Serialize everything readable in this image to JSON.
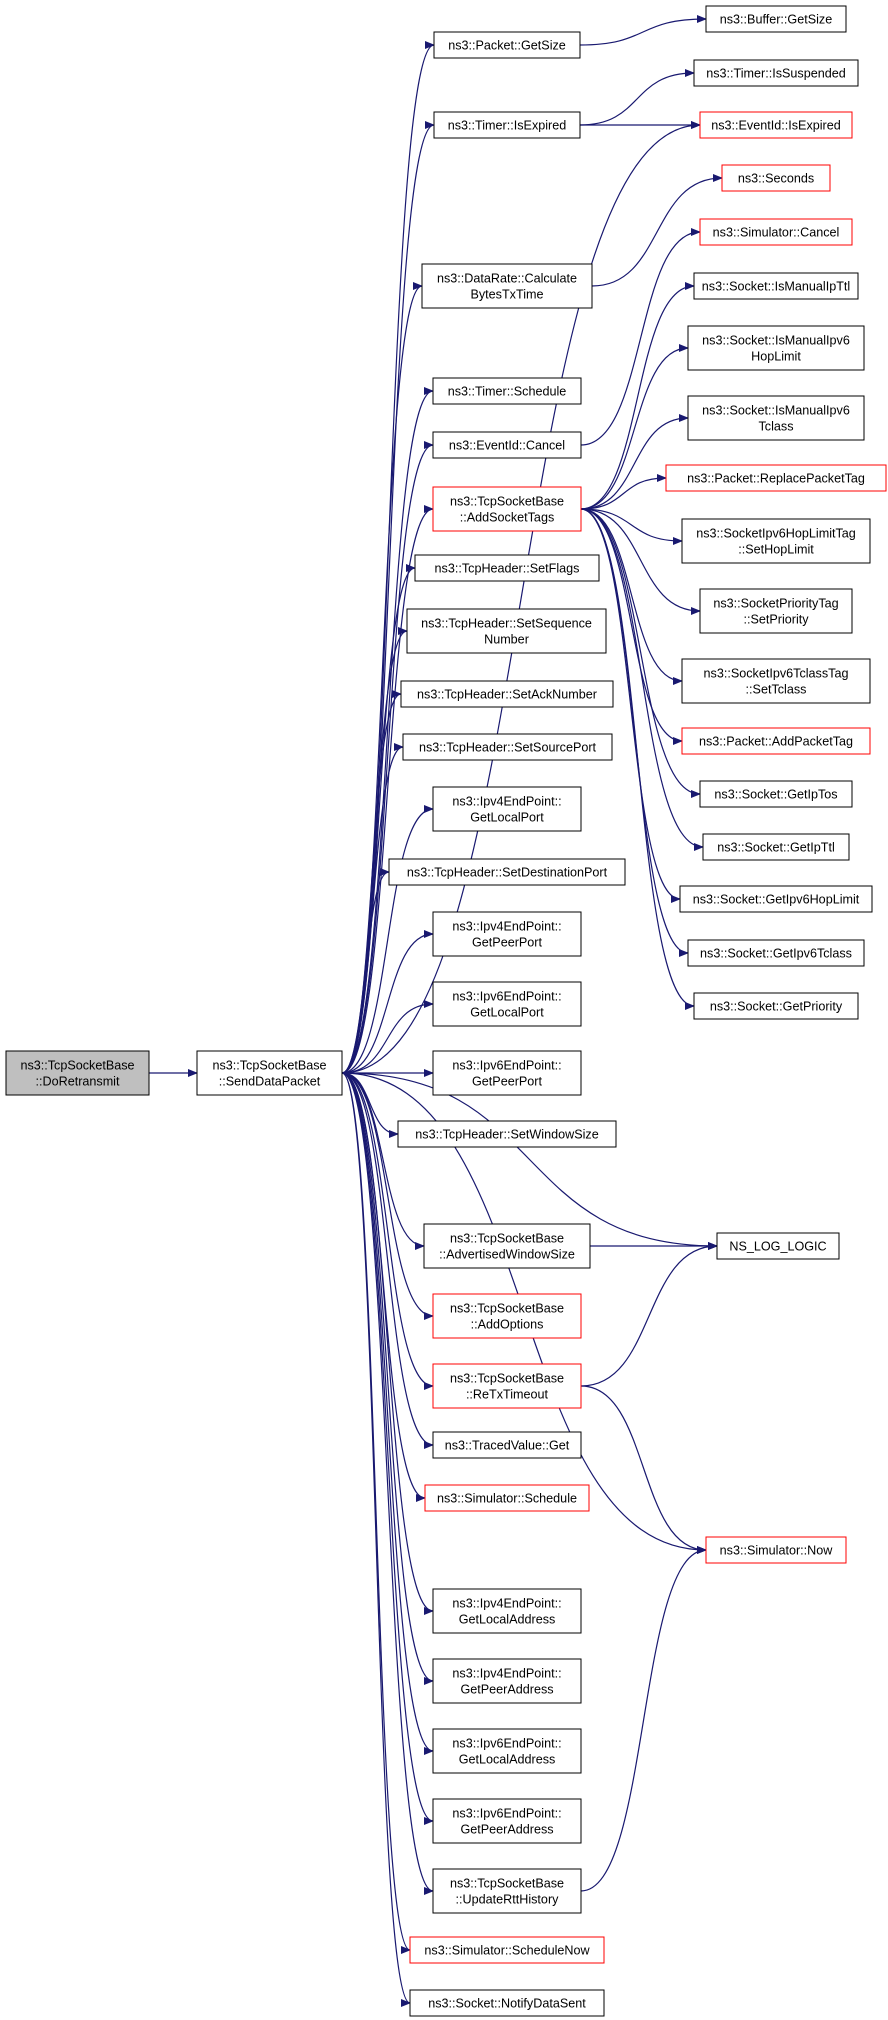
{
  "colors": {
    "edge": "#191970",
    "normal_border": "#000000",
    "truncated_border": "#ff0000",
    "root_fill": "#bfbfbf",
    "node_fill": "#ffffff"
  },
  "nodes": [
    {
      "id": "n-doretransmit",
      "lines": [
        "ns3::TcpSocketBase",
        "::DoRetransmit"
      ],
      "style": "root"
    },
    {
      "id": "n-senddatapacket",
      "lines": [
        "ns3::TcpSocketBase",
        "::SendDataPacket"
      ],
      "style": "normal"
    },
    {
      "id": "n-packet-getsize",
      "lines": [
        "ns3::Packet::GetSize"
      ],
      "style": "normal"
    },
    {
      "id": "n-timer-isexpired",
      "lines": [
        "ns3::Timer::IsExpired"
      ],
      "style": "normal"
    },
    {
      "id": "n-datarate-calc",
      "lines": [
        "ns3::DataRate::Calculate",
        "BytesTxTime"
      ],
      "style": "normal"
    },
    {
      "id": "n-timer-schedule",
      "lines": [
        "ns3::Timer::Schedule"
      ],
      "style": "normal"
    },
    {
      "id": "n-eventid-cancel",
      "lines": [
        "ns3::EventId::Cancel"
      ],
      "style": "normal"
    },
    {
      "id": "n-addsockettags",
      "lines": [
        "ns3::TcpSocketBase",
        "::AddSocketTags"
      ],
      "style": "truncated"
    },
    {
      "id": "n-setflags",
      "lines": [
        "ns3::TcpHeader::SetFlags"
      ],
      "style": "normal"
    },
    {
      "id": "n-setsequence",
      "lines": [
        "ns3::TcpHeader::SetSequence",
        "Number"
      ],
      "style": "normal"
    },
    {
      "id": "n-setacknumber",
      "lines": [
        "ns3::TcpHeader::SetAckNumber"
      ],
      "style": "normal"
    },
    {
      "id": "n-setsourceport",
      "lines": [
        "ns3::TcpHeader::SetSourcePort"
      ],
      "style": "normal"
    },
    {
      "id": "n-ipv4-getlocalport",
      "lines": [
        "ns3::Ipv4EndPoint::",
        "GetLocalPort"
      ],
      "style": "normal"
    },
    {
      "id": "n-setdestport",
      "lines": [
        "ns3::TcpHeader::SetDestinationPort"
      ],
      "style": "normal"
    },
    {
      "id": "n-ipv4-getpeerport",
      "lines": [
        "ns3::Ipv4EndPoint::",
        "GetPeerPort"
      ],
      "style": "normal"
    },
    {
      "id": "n-ipv6-getlocalport",
      "lines": [
        "ns3::Ipv6EndPoint::",
        "GetLocalPort"
      ],
      "style": "normal"
    },
    {
      "id": "n-ipv6-getpeerport",
      "lines": [
        "ns3::Ipv6EndPoint::",
        "GetPeerPort"
      ],
      "style": "normal"
    },
    {
      "id": "n-setwindowsize",
      "lines": [
        "ns3::TcpHeader::SetWindowSize"
      ],
      "style": "normal"
    },
    {
      "id": "n-advwindowsize",
      "lines": [
        "ns3::TcpSocketBase",
        "::AdvertisedWindowSize"
      ],
      "style": "normal"
    },
    {
      "id": "n-addoptions",
      "lines": [
        "ns3::TcpSocketBase",
        "::AddOptions"
      ],
      "style": "truncated"
    },
    {
      "id": "n-retxtimeout",
      "lines": [
        "ns3::TcpSocketBase",
        "::ReTxTimeout"
      ],
      "style": "truncated"
    },
    {
      "id": "n-tracedvalue-get",
      "lines": [
        "ns3::TracedValue::Get"
      ],
      "style": "normal"
    },
    {
      "id": "n-sim-schedule",
      "lines": [
        "ns3::Simulator::Schedule"
      ],
      "style": "truncated"
    },
    {
      "id": "n-ipv4-getlocaladdr",
      "lines": [
        "ns3::Ipv4EndPoint::",
        "GetLocalAddress"
      ],
      "style": "normal"
    },
    {
      "id": "n-ipv4-getpeeraddr",
      "lines": [
        "ns3::Ipv4EndPoint::",
        "GetPeerAddress"
      ],
      "style": "normal"
    },
    {
      "id": "n-ipv6-getlocaladdr",
      "lines": [
        "ns3::Ipv6EndPoint::",
        "GetLocalAddress"
      ],
      "style": "normal"
    },
    {
      "id": "n-ipv6-getpeeraddr",
      "lines": [
        "ns3::Ipv6EndPoint::",
        "GetPeerAddress"
      ],
      "style": "normal"
    },
    {
      "id": "n-updatertt",
      "lines": [
        "ns3::TcpSocketBase",
        "::UpdateRttHistory"
      ],
      "style": "normal"
    },
    {
      "id": "n-sim-schedulenow",
      "lines": [
        "ns3::Simulator::ScheduleNow"
      ],
      "style": "truncated"
    },
    {
      "id": "n-notifydatasent",
      "lines": [
        "ns3::Socket::NotifyDataSent"
      ],
      "style": "normal"
    },
    {
      "id": "n-buffer-getsize",
      "lines": [
        "ns3::Buffer::GetSize"
      ],
      "style": "normal"
    },
    {
      "id": "n-timer-issuspended",
      "lines": [
        "ns3::Timer::IsSuspended"
      ],
      "style": "normal"
    },
    {
      "id": "n-eventid-isexpired",
      "lines": [
        "ns3::EventId::IsExpired"
      ],
      "style": "truncated"
    },
    {
      "id": "n-seconds",
      "lines": [
        "ns3::Seconds"
      ],
      "style": "truncated"
    },
    {
      "id": "n-sim-cancel",
      "lines": [
        "ns3::Simulator::Cancel"
      ],
      "style": "truncated"
    },
    {
      "id": "n-ismanualipttl",
      "lines": [
        "ns3::Socket::IsManualIpTtl"
      ],
      "style": "normal"
    },
    {
      "id": "n-ismanualipv6hop",
      "lines": [
        "ns3::Socket::IsManualIpv6",
        "HopLimit"
      ],
      "style": "normal"
    },
    {
      "id": "n-ismanualipv6tclass",
      "lines": [
        "ns3::Socket::IsManualIpv6",
        "Tclass"
      ],
      "style": "normal"
    },
    {
      "id": "n-replacepackettag",
      "lines": [
        "ns3::Packet::ReplacePacketTag"
      ],
      "style": "truncated"
    },
    {
      "id": "n-sethoplimit",
      "lines": [
        "ns3::SocketIpv6HopLimitTag",
        "::SetHopLimit"
      ],
      "style": "normal"
    },
    {
      "id": "n-setpriority",
      "lines": [
        "ns3::SocketPriorityTag",
        "::SetPriority"
      ],
      "style": "normal"
    },
    {
      "id": "n-settclass",
      "lines": [
        "ns3::SocketIpv6TclassTag",
        "::SetTclass"
      ],
      "style": "normal"
    },
    {
      "id": "n-addpackettag",
      "lines": [
        "ns3::Packet::AddPacketTag"
      ],
      "style": "truncated"
    },
    {
      "id": "n-getiptos",
      "lines": [
        "ns3::Socket::GetIpTos"
      ],
      "style": "normal"
    },
    {
      "id": "n-getipttl",
      "lines": [
        "ns3::Socket::GetIpTtl"
      ],
      "style": "normal"
    },
    {
      "id": "n-getipv6hoplimit",
      "lines": [
        "ns3::Socket::GetIpv6HopLimit"
      ],
      "style": "normal"
    },
    {
      "id": "n-getipv6tclass",
      "lines": [
        "ns3::Socket::GetIpv6Tclass"
      ],
      "style": "normal"
    },
    {
      "id": "n-getpriority",
      "lines": [
        "ns3::Socket::GetPriority"
      ],
      "style": "normal"
    },
    {
      "id": "n-ns-log-logic",
      "lines": [
        "NS_LOG_LOGIC"
      ],
      "style": "normal"
    },
    {
      "id": "n-sim-now",
      "lines": [
        "ns3::Simulator::Now"
      ],
      "style": "truncated"
    }
  ]
}
